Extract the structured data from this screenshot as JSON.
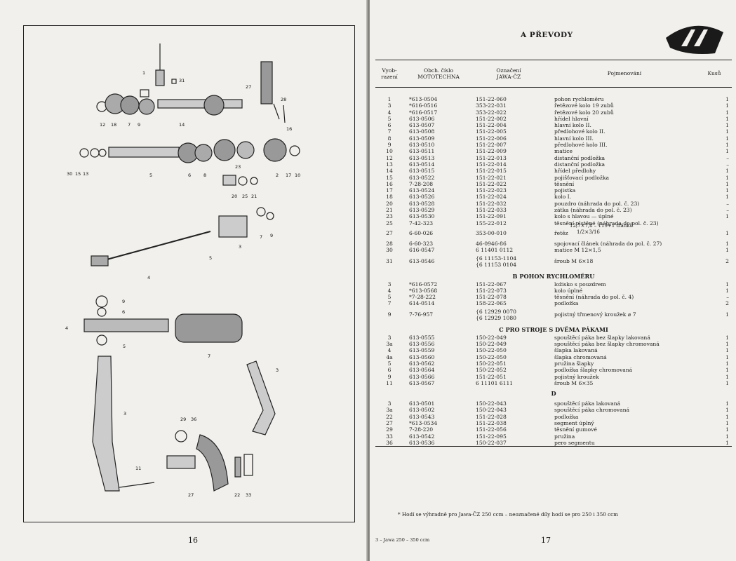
{
  "left_page": {
    "page_number": "16",
    "callouts": {
      "top": [
        "1",
        "31",
        "27",
        "28",
        "12",
        "18",
        "7",
        "9",
        "14",
        "16",
        "30",
        "15",
        "13",
        "5",
        "6",
        "8",
        "23",
        "2",
        "17",
        "10",
        "20",
        "25",
        "21"
      ],
      "middle": [
        "3",
        "7",
        "9",
        "4",
        "5"
      ],
      "kick": [
        "9",
        "6",
        "4",
        "5",
        "7",
        "3",
        "3"
      ],
      "bottom": [
        "29",
        "36",
        "11",
        "27",
        "22",
        "33"
      ]
    }
  },
  "right_page": {
    "page_number": "17",
    "bottom_left_note": "3 – Jawa 250 – 350 ccm",
    "section_a_title": "A   PŘEVODY",
    "headers": {
      "vyob": [
        "Vyob-",
        "razení"
      ],
      "obch": [
        "Obch. číslo",
        "MOTOTECHNA"
      ],
      "ozn": [
        "Označení",
        "JAWA-ČZ"
      ],
      "nazev": "Pojmenování",
      "kusu": "Kusů"
    },
    "rows_a": [
      {
        "n": "1",
        "o": "*613-0504",
        "j": "151-22-060",
        "p": "pohon rychloměru",
        "k": "1"
      },
      {
        "n": "3",
        "o": "*616-0516",
        "j": "353-22-031",
        "p": "řetězové kolo 19 zubů",
        "k": "1"
      },
      {
        "n": "4",
        "o": "*616-0517",
        "j": "353-22-022",
        "p": "řetězové kolo 20 zubů",
        "k": "1"
      },
      {
        "n": "5",
        "o": "613-0506",
        "j": "151-22-002",
        "p": "hřídel hlavní",
        "k": "1"
      },
      {
        "n": "6",
        "o": "613-0507",
        "j": "151-22-004",
        "p": "hlavní kolo II.",
        "k": "1"
      },
      {
        "n": "7",
        "o": "613-0508",
        "j": "151-22-005",
        "p": "předlohové kolo II.",
        "k": "1"
      },
      {
        "n": "8",
        "o": "613-0509",
        "j": "151-22-006",
        "p": "hlavní kolo III.",
        "k": "1"
      },
      {
        "n": "9",
        "o": "613-0510",
        "j": "151-22-007",
        "p": "předlohové kolo III.",
        "k": "1"
      },
      {
        "n": "10",
        "o": "613-0511",
        "j": "151-22-009",
        "p": "matice",
        "k": "1"
      },
      {
        "n": "12",
        "o": "613-0513",
        "j": "151-22-013",
        "p": "distanční podložka",
        "k": "–"
      },
      {
        "n": "13",
        "o": "613-0514",
        "j": "151-22-014",
        "p": "distanční podložka",
        "k": "–"
      },
      {
        "n": "14",
        "o": "613-0515",
        "j": "151-22-015",
        "p": "hřídel předlohy",
        "k": "1"
      },
      {
        "n": "15",
        "o": "613-0522",
        "j": "151-22-021",
        "p": "pojišťovací podložka",
        "k": "1"
      },
      {
        "n": "16",
        "o": "7-28-208",
        "j": "151-22-022",
        "p": "těsnění",
        "k": "1"
      },
      {
        "n": "17",
        "o": "613-0524",
        "j": "151-22-023",
        "p": "pojistka",
        "k": "1"
      },
      {
        "n": "18",
        "o": "613-0526",
        "j": "151-22-024",
        "p": "kolo I.",
        "k": "1"
      },
      {
        "n": "20",
        "o": "613-0528",
        "j": "151-22-032",
        "p": "pouzdro (náhrada do pol. č. 23)",
        "k": "–"
      },
      {
        "n": "21",
        "o": "613-0529",
        "j": "151-22-033",
        "p": "zátka (náhrada do pol. č. 23)",
        "k": "–"
      },
      {
        "n": "23",
        "o": "613-0530",
        "j": "151-22-091",
        "p": "kolo s hlavou — úplné",
        "k": "1"
      },
      {
        "n": "25",
        "o": "7-42-323",
        "j": "155-22-012",
        "p": "těsnění plstěné (náhrada do pol. č. 23)",
        "k": ""
      }
    ],
    "row_27": {
      "n": "27",
      "o": "6-60-026",
      "j": "353-00-010",
      "p": "řetěz",
      "p1": "12,7×7,8 – 119+1 článků",
      "p2": "1/2×3/16",
      "k": "1"
    },
    "rows_a2": [
      {
        "n": "28",
        "o": "6-60-323",
        "j": "46-0946-86",
        "p": "spojovací článek (náhrada do pol. č. 27)",
        "k": "1"
      },
      {
        "n": "30",
        "o": "616-0547",
        "j": "6 11401 0112",
        "p": "matice M 12×1,5",
        "k": "1"
      }
    ],
    "row_31": {
      "n": "31",
      "o": "613-0546",
      "j1": "6 11153-1104",
      "j2": "6 11153 0104",
      "p": "šroub  M 6×18",
      "k": "2"
    },
    "section_b_title": "B   POHON RYCHLOMĚRU",
    "rows_b": [
      {
        "n": "3",
        "o": "*616-0572",
        "j": "151-22-067",
        "p": "ložisko s pouzdrem",
        "k": "1"
      },
      {
        "n": "4",
        "o": "*613-0568",
        "j": "151-22-073",
        "p": "kolo úplné",
        "k": "1"
      },
      {
        "n": "5",
        "o": "*7-28-222",
        "j": "151-22-078",
        "p": "těsnění (náhrada do pol. č. 4)",
        "k": "–"
      },
      {
        "n": "7",
        "o": "614-0514",
        "j": "158-22-065",
        "p": "podložka",
        "k": "2"
      }
    ],
    "row_b9": {
      "n": "9",
      "o": "7-76-957",
      "j1": "6 12929 0070",
      "j2": "6 12929 1080",
      "p": "pojistný třmenový kroužek ⌀ 7",
      "k": "1"
    },
    "section_c_title": "C   PRO STROJE S DVĚMA PÁKAMI",
    "rows_c": [
      {
        "n": "3",
        "o": "613-0555",
        "j": "150-22-049",
        "p": "spouštěcí páka bez šlapky lakovaná",
        "k": "1"
      },
      {
        "n": "3a",
        "o": "613-0556",
        "j": "150-22-049",
        "p": "spouštěcí páka bez šlapky chromovaná",
        "k": "1"
      },
      {
        "n": "4",
        "o": "613-0559",
        "j": "150-22-050",
        "p": "šlapka lakovaná",
        "k": "1"
      },
      {
        "n": "4a",
        "o": "613-0560",
        "j": "150-22-050",
        "p": "šlapka chromovaná",
        "k": "1"
      },
      {
        "n": "5",
        "o": "613-0562",
        "j": "150-22-051",
        "p": "pružina šlapky",
        "k": "1"
      },
      {
        "n": "6",
        "o": "613-0564",
        "j": "150-22-052",
        "p": "podložka šlapky chromovaná",
        "k": "1"
      },
      {
        "n": "9",
        "o": "613-0566",
        "j": "151-22-051",
        "p": "pojistný kroužek",
        "k": "1"
      },
      {
        "n": "11",
        "o": "613-0567",
        "j": "6 11101 6111",
        "p": "šroub  M 6×35",
        "k": "1"
      }
    ],
    "section_d_title": "D",
    "rows_d": [
      {
        "n": "3",
        "o": "613-0501",
        "j": "150-22-043",
        "p": "spouštěcí páka lakovaná",
        "k": "1"
      },
      {
        "n": "3a",
        "o": "613-0502",
        "j": "150-22-043",
        "p": "spouštěcí páka chromovaná",
        "k": "1"
      },
      {
        "n": "22",
        "o": "613-0543",
        "j": "151-22-028",
        "p": "podložka",
        "k": "1"
      },
      {
        "n": "27",
        "o": "*613-0534",
        "j": "151-22-038",
        "p": "segment úplný",
        "k": "1"
      },
      {
        "n": "29",
        "o": "7-28-220",
        "j": "151-22-056",
        "p": "těsnění gumové",
        "k": "1"
      },
      {
        "n": "33",
        "o": "613-0542",
        "j": "151-22-095",
        "p": "pružina",
        "k": "1"
      },
      {
        "n": "36",
        "o": "613-0536",
        "j": "150-22-037",
        "p": "pero segmentu",
        "k": "1"
      }
    ],
    "footnote": "* Hodí se výhradně pro Jawa-ČZ 250 ccm – neoznačené díly hodí se pro 250 i 350 ccm"
  }
}
